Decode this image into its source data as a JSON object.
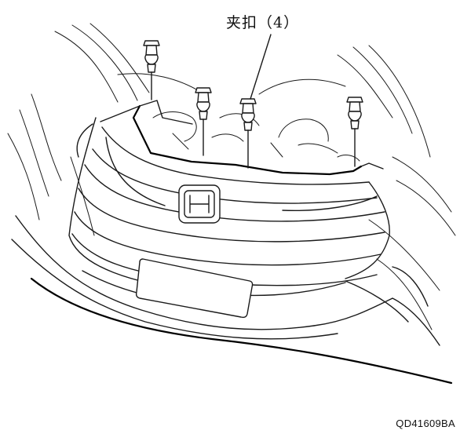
{
  "callout": {
    "label": "夹扣（4）"
  },
  "figure_code": "QD41609BA",
  "icons": [
    "clip-icon",
    "grille-illustration"
  ]
}
